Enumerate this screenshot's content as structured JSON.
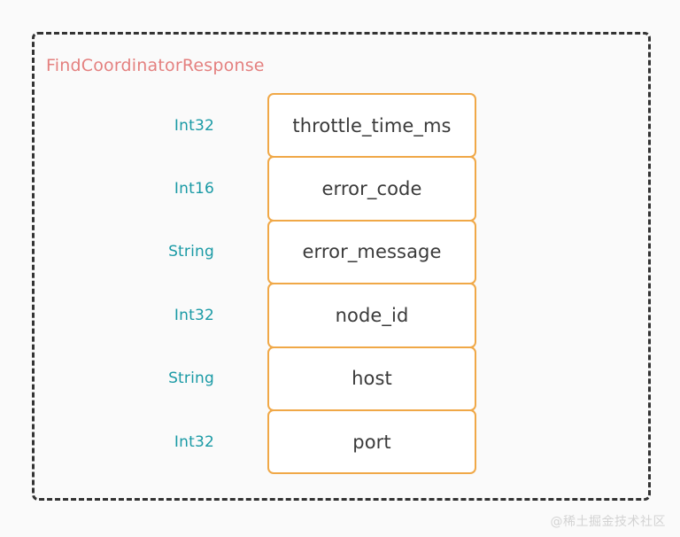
{
  "diagram": {
    "title": "FindCoordinatorResponse",
    "title_color": "#e4807f",
    "frame_border_color": "#333333",
    "box_border_color": "#f0a847",
    "box_fill_color": "#ffffff",
    "type_label_color": "#1a9aa5",
    "field_name_color": "#3a3a3a",
    "background_color": "#fafafa",
    "fields": [
      {
        "type": "Int32",
        "name": "throttle_time_ms"
      },
      {
        "type": "Int16",
        "name": "error_code"
      },
      {
        "type": "String",
        "name": "error_message"
      },
      {
        "type": "Int32",
        "name": "node_id"
      },
      {
        "type": "String",
        "name": "host"
      },
      {
        "type": "Int32",
        "name": "port"
      }
    ]
  },
  "watermark": {
    "text": "@稀土掘金技术社区"
  }
}
